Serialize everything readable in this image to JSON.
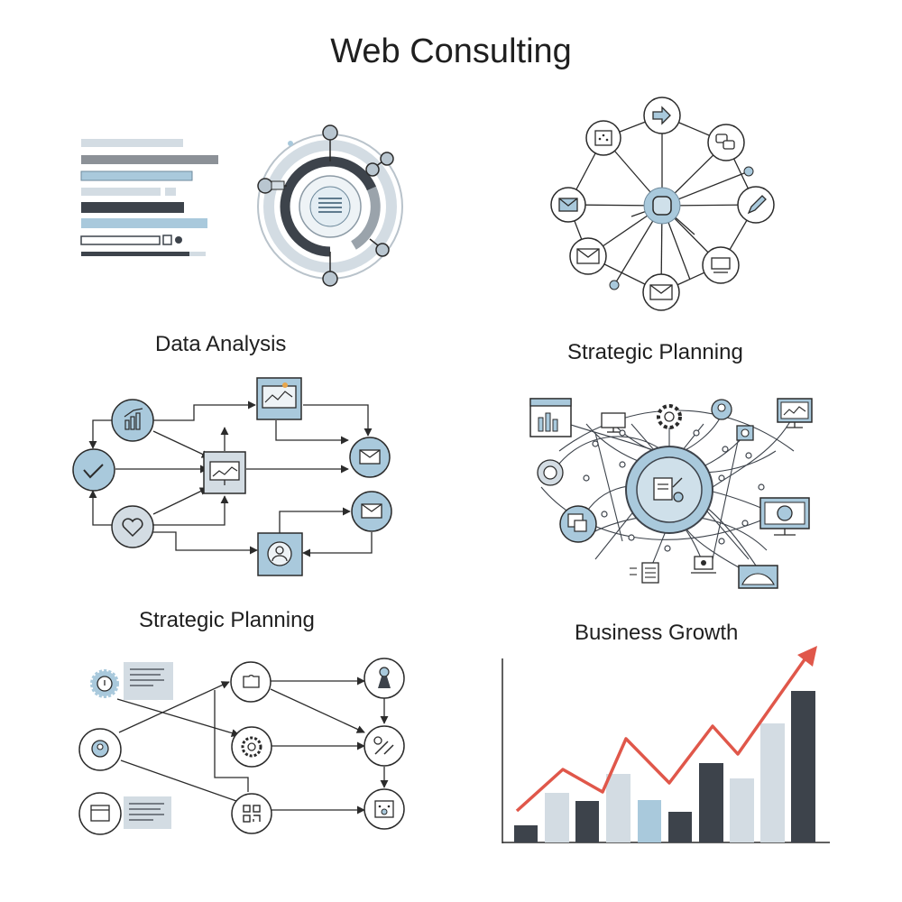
{
  "title": "Web Consulting",
  "panels": {
    "data_analysis": {
      "label": "Data Analysis"
    },
    "strategic_planning_network": {
      "label": "Strategic Planning"
    },
    "strategic_planning_flow": {
      "label": "Strategic Planning"
    },
    "business_growth": {
      "label": "Business Growth"
    }
  },
  "colors": {
    "accent_blue": "#a9c9dc",
    "dark_slate": "#3d434b",
    "light_gray": "#d3dce3",
    "line": "#2b2b2b",
    "trend_red": "#e0574a"
  },
  "icons": [
    "chart-icon",
    "arrow-right-icon",
    "chat-icon",
    "mail-icon",
    "pencil-icon",
    "printer-icon",
    "monitor-icon",
    "gear-icon",
    "user-icon",
    "checkmark-icon",
    "heart-icon",
    "lightbulb-icon",
    "document-icon",
    "qr-code-icon",
    "browser-icon"
  ]
}
